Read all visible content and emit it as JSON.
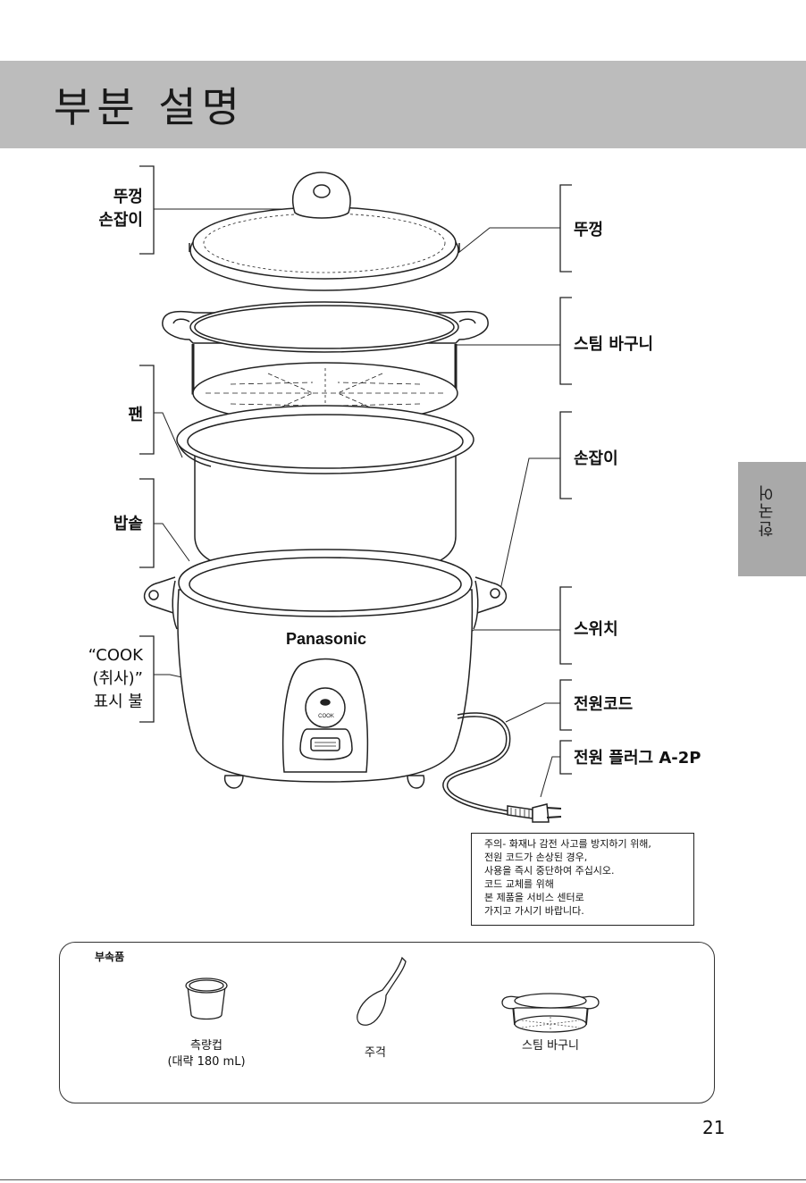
{
  "title": "부분 설명",
  "side_tab": "한국어",
  "labels": {
    "lid_handle": [
      "뚜껑",
      "손잡이"
    ],
    "lid": "뚜껑",
    "steam_basket": "스팀 바구니",
    "pan": "팬",
    "handle": "손잡이",
    "inner_pot": "밥솥",
    "switch": "스위치",
    "cook_lamp": [
      "“COOK",
      "(취사)”",
      "표시 불"
    ],
    "power_cord": "전원코드",
    "power_plug": "전원 플러그 A-2P"
  },
  "brand": "Panasonic",
  "cook_button_text": "COOK",
  "warning_lines": [
    "주의- 화재나 감전 사고를 방지하기 위해,",
    "전원 코드가 손상된 경우,",
    "사용을 즉시 중단하여 주십시오.",
    "코드 교체를 위해",
    "본 제품을 서비스 센터로",
    "가지고 가시기 바랍니다."
  ],
  "accessories": {
    "title": "부속품",
    "measuring_cup": [
      "측량컵",
      "(대략 180 mL)"
    ],
    "ladle": "주걱",
    "steam_basket": "스팀 바구니"
  },
  "page_number": "21"
}
